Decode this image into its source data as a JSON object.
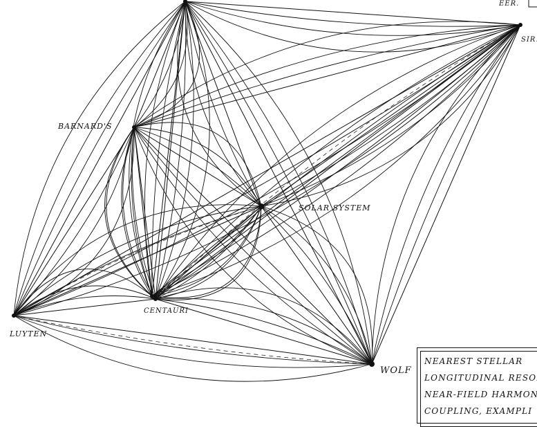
{
  "stars": [
    {
      "id": "top",
      "label": ""
    },
    {
      "id": "sirius",
      "label": "SIR."
    },
    {
      "id": "barnards",
      "label": "BARNARD'S"
    },
    {
      "id": "solar",
      "label": "SOLAR SYSTEM"
    },
    {
      "id": "centauri",
      "label": "CENTAURI"
    },
    {
      "id": "luyten",
      "label": "LUYTEN"
    },
    {
      "id": "wolf",
      "label": "WOLF"
    }
  ],
  "corner_label": "EER.",
  "legend": {
    "lines": [
      "NEAREST STELLAR",
      "LONGITUDINAL RESONA",
      "NEAR-FIELD HARMONI",
      "COUPLING, EXAMPLI"
    ]
  }
}
